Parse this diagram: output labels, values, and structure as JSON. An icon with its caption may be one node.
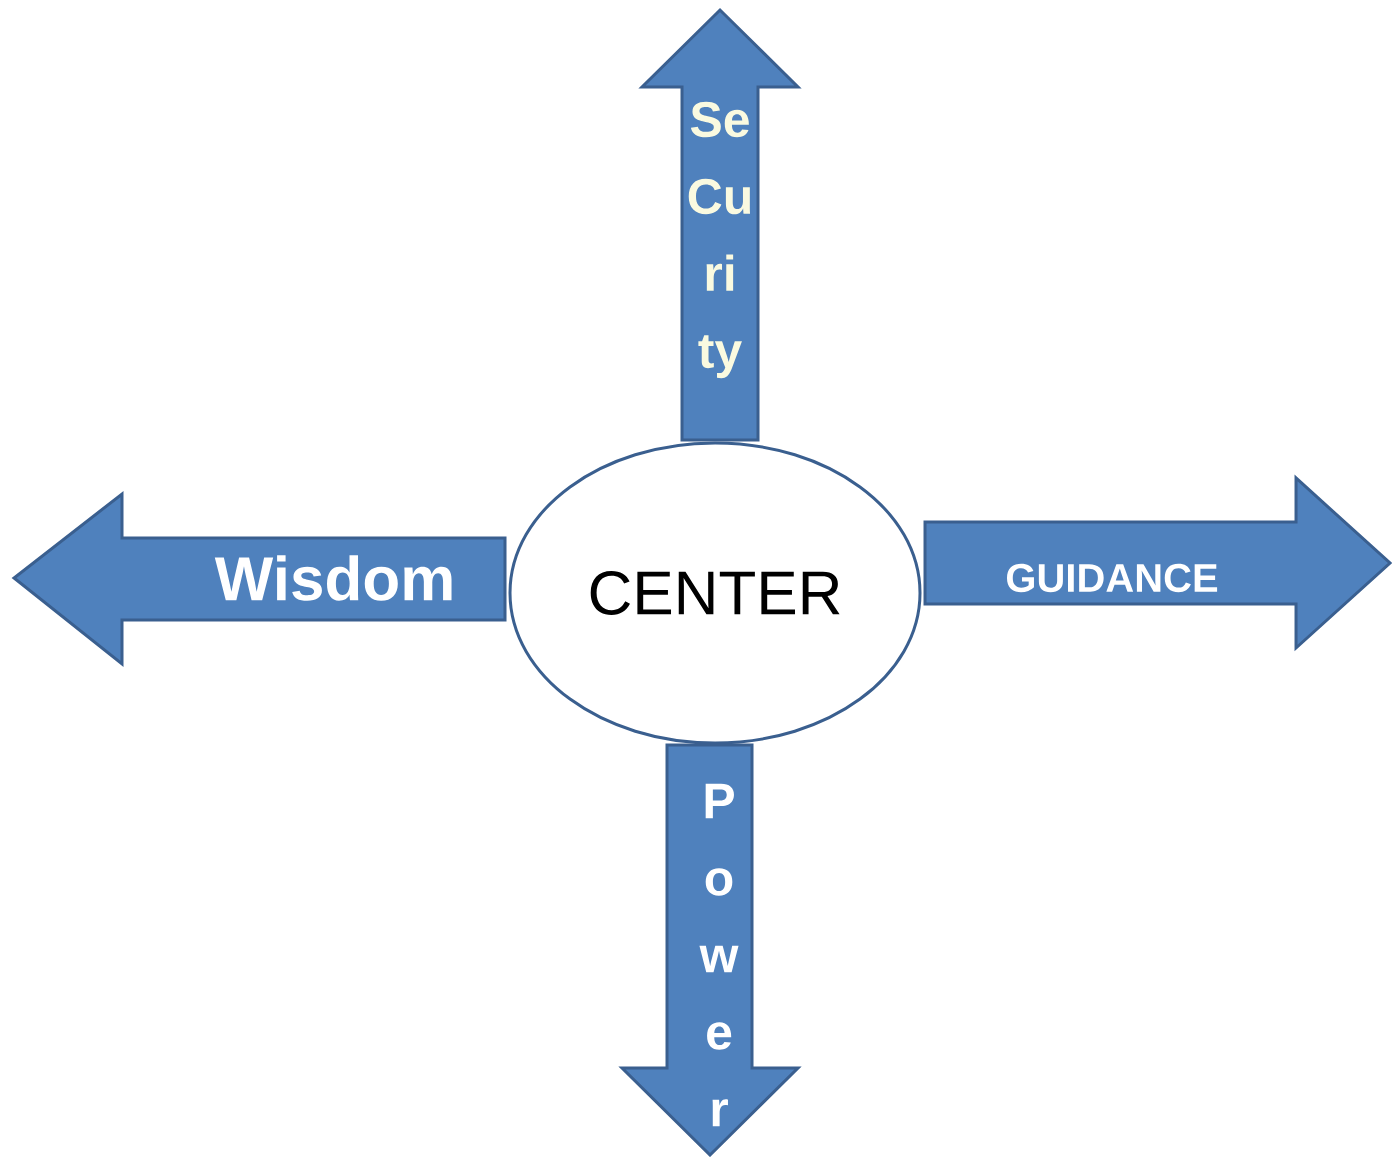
{
  "diagram": {
    "nodes": [
      {
        "text": [
          "CENTER"
        ]
      },
      {
        "text": [
          "Se Cu ri ty"
        ]
      },
      {
        "text": [
          "Wisdom"
        ]
      },
      {
        "text": [
          "GUIDANCE"
        ]
      },
      {
        "text": [
          "P o w e r"
        ]
      }
    ]
  }
}
